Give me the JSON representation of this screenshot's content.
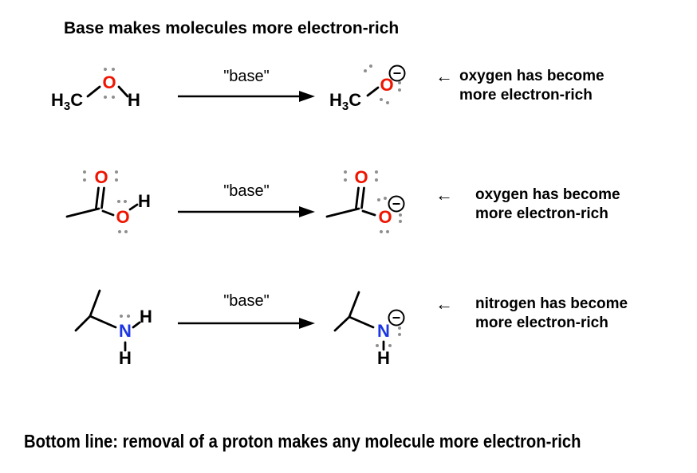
{
  "title": "Base makes molecules more electron-rich",
  "bottom_line": "Bottom line: removal of a proton makes any molecule more electron-rich",
  "atoms": {
    "h": "H",
    "sub3": "3",
    "c": "C",
    "o": "O",
    "n": "N"
  },
  "icons": {
    "negative_charge": "circle-minus",
    "annotation_arrow": "left-arrow",
    "lone_pair": "electron-dot-pair"
  },
  "colors": {
    "oxygen": "#ee1400",
    "nitrogen": "#1b36e2",
    "lone_pair_gray": "#8f8f8f",
    "text": "#000000",
    "background": "#ffffff"
  },
  "reactions": [
    {
      "id": "methanol-deprotonation",
      "reagent_label": "\"base\"",
      "arrow_glyph": "←",
      "annotation": [
        "oxygen has become",
        "more electron-rich"
      ]
    },
    {
      "id": "acetic-acid-deprotonation",
      "reagent_label": "\"base\"",
      "arrow_glyph": "←",
      "annotation": [
        "oxygen has become",
        "more electron-rich"
      ]
    },
    {
      "id": "amine-deprotonation",
      "reagent_label": "\"base\"",
      "arrow_glyph": "←",
      "annotation": [
        "nitrogen has become",
        "more electron-rich"
      ]
    }
  ]
}
